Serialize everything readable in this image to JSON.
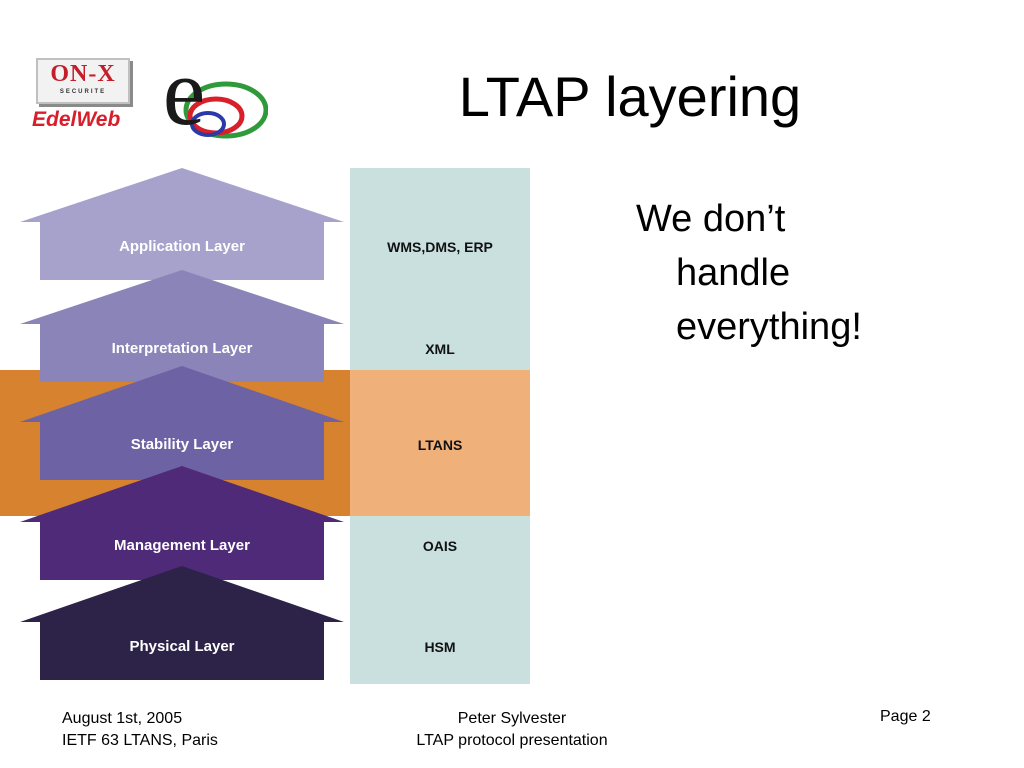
{
  "logo": {
    "onx": "ON-X",
    "onx_sub": "SECURITE",
    "edelweb": "EdelWeb",
    "e_mark": "e"
  },
  "title": "LTAP layering",
  "layers": [
    {
      "name": "Application Layer",
      "example": "WMS,DMS, ERP"
    },
    {
      "name": "Interpretation Layer",
      "example": "XML"
    },
    {
      "name": "Stability Layer",
      "example": "LTANS"
    },
    {
      "name": "Management Layer",
      "example": "OAIS"
    },
    {
      "name": "Physical Layer",
      "example": "HSM"
    }
  ],
  "statement": {
    "line1": "We don’t",
    "line2": "handle",
    "line3": "everything!"
  },
  "footer": {
    "date": "August 1st, 2005",
    "event": "IETF 63 LTANS, Paris",
    "author": "Peter Sylvester",
    "talk": "LTAP protocol presentation",
    "page": "Page 2"
  },
  "colors": {
    "application": "#a7a2cc",
    "interpretation": "#8b84b8",
    "stability": "#6d62a3",
    "management": "#4e2a78",
    "physical": "#2d2349",
    "highlight_band": "#d6822f",
    "highlight_cell": "#f0b07a",
    "column": "#c9e0df"
  }
}
